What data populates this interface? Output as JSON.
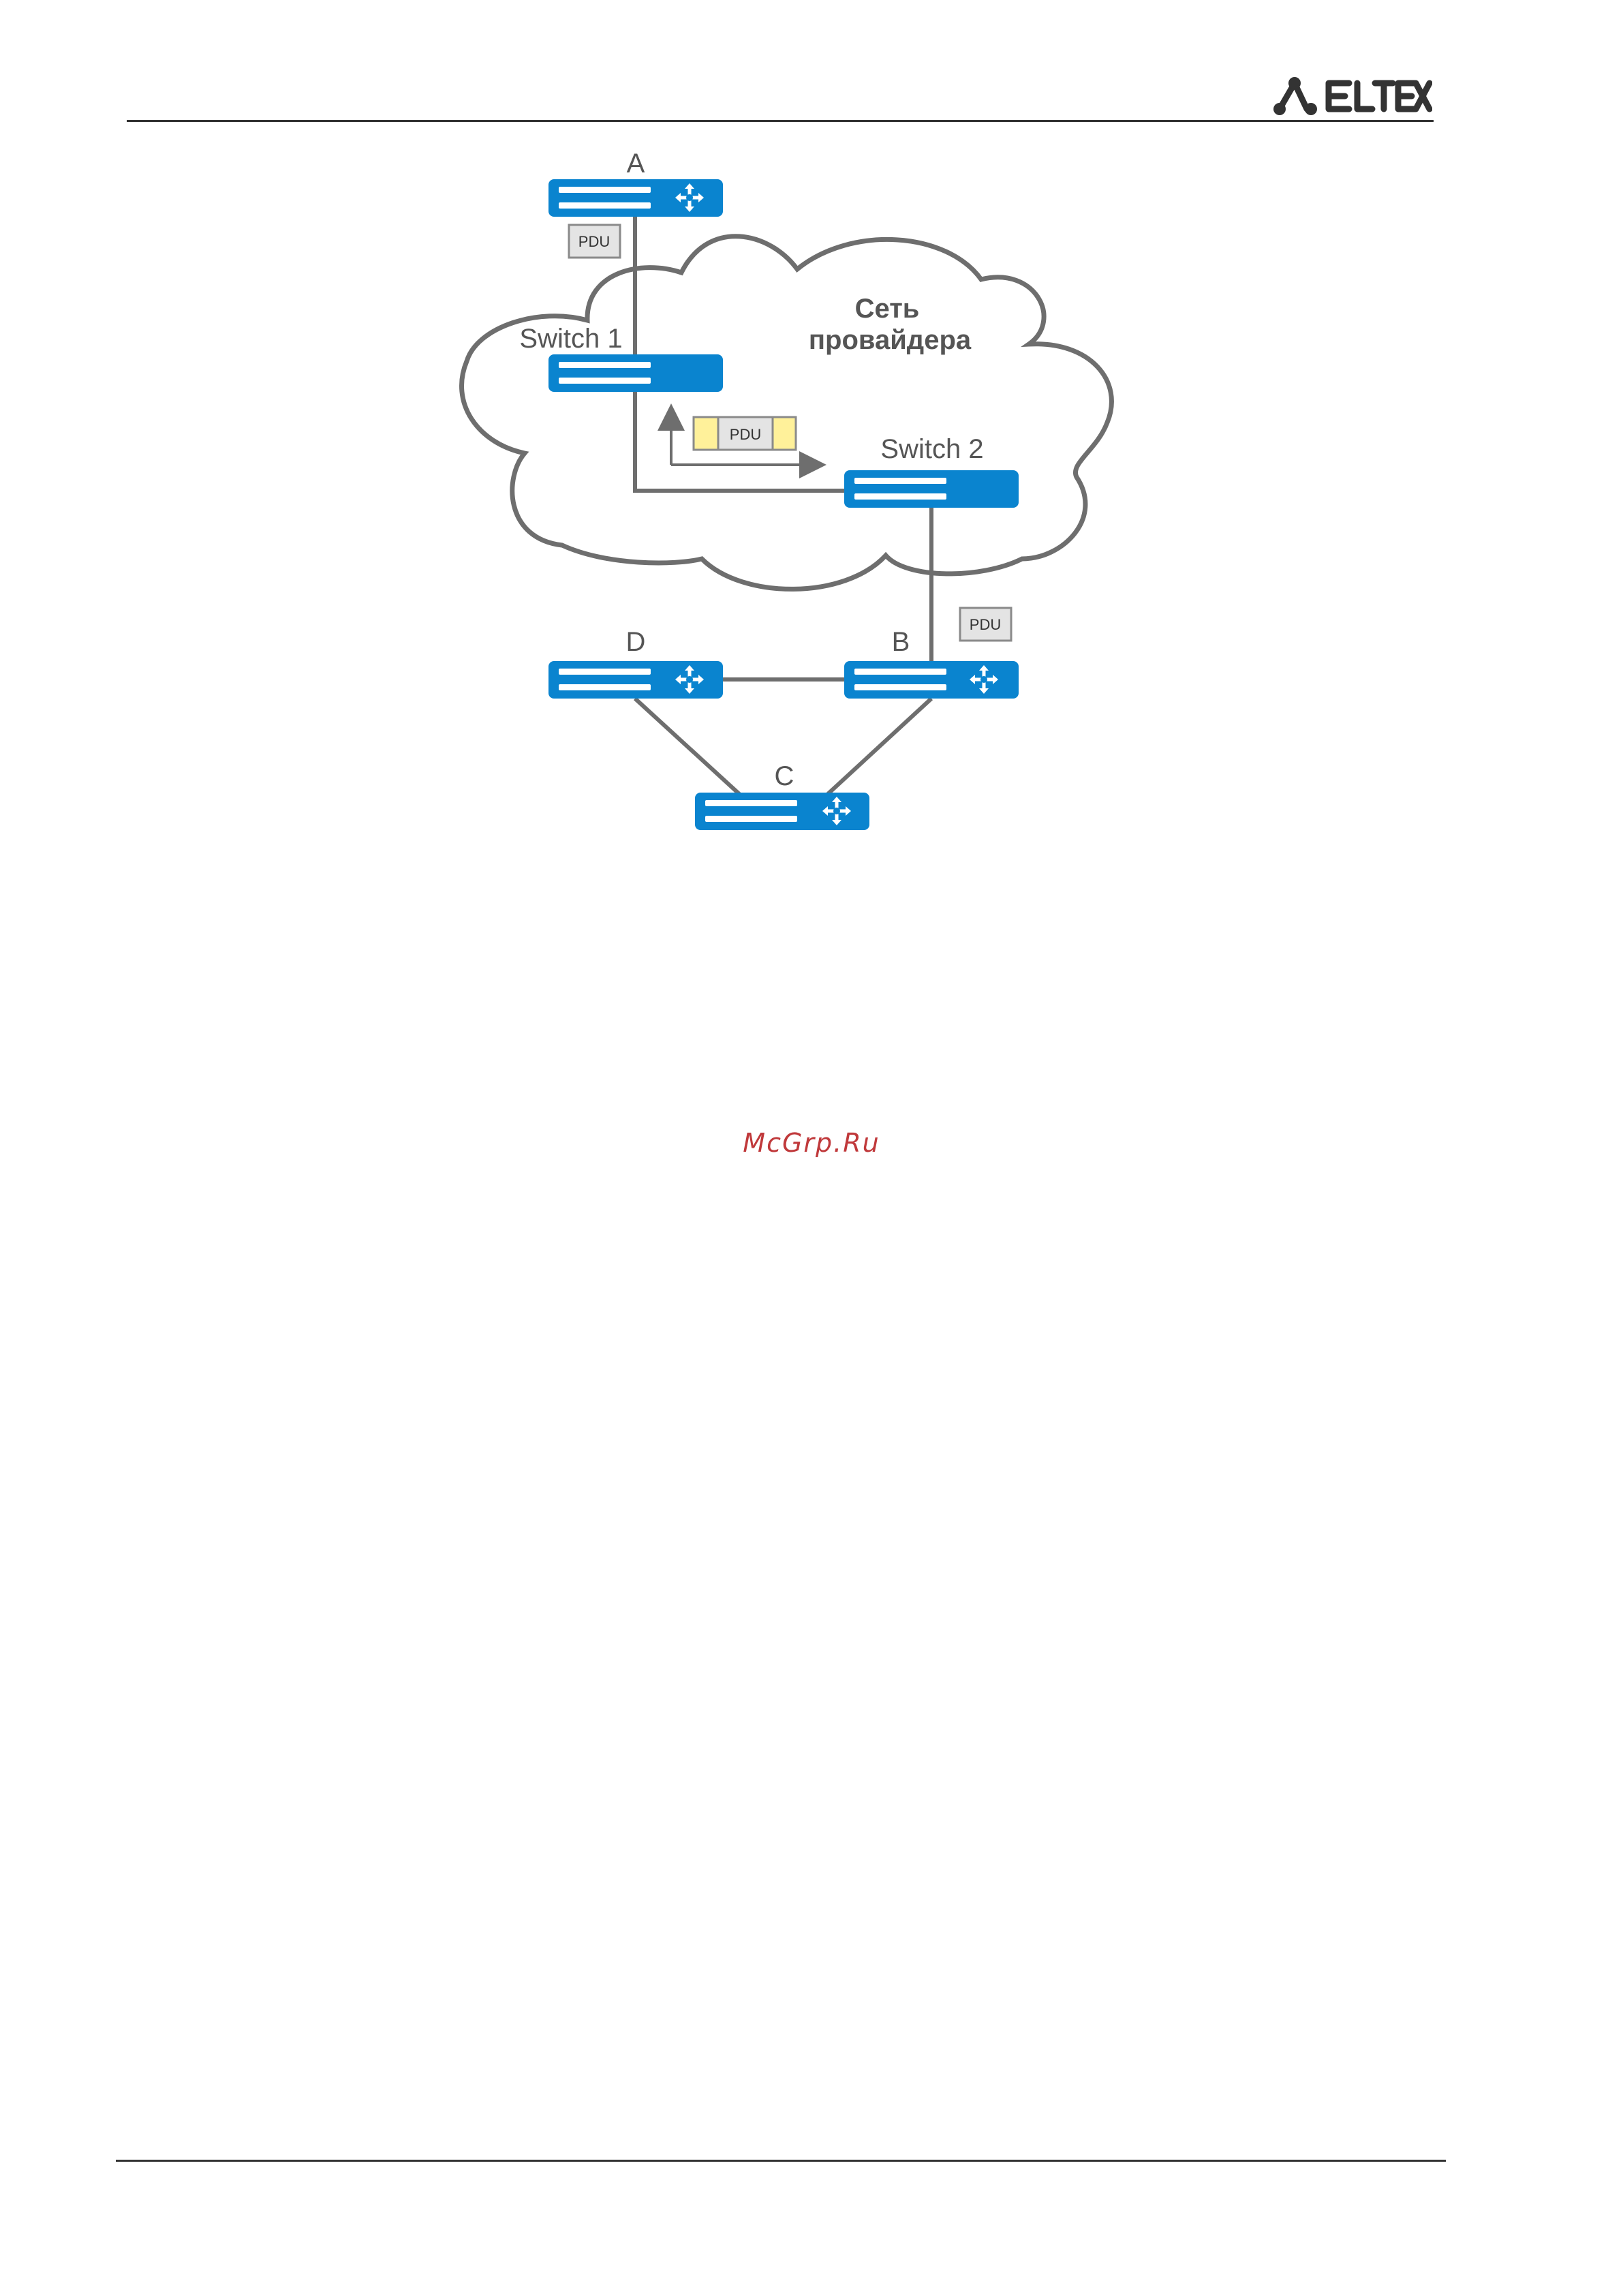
{
  "header": {
    "brand_logo": "ELTEX",
    "brand_color": "#333333"
  },
  "diagram": {
    "cloud_title_line1": "Сеть",
    "cloud_title_line2": "провайдера",
    "nodes": {
      "router_a": "A",
      "switch_1": "Switch 1",
      "switch_2": "Switch 2",
      "router_b": "B",
      "router_c": "C",
      "router_d": "D"
    },
    "pdu_top": "PDU",
    "pdu_tunnel": "PDU",
    "pdu_right": "PDU",
    "colors": {
      "device_blue": "#0a84cf",
      "link_gray": "#6e6e6e",
      "cloud_stroke": "#6e6e6e",
      "pdu_fill": "#e4e4e4",
      "encap_yellow": "#fff19a"
    }
  },
  "watermark": "McGrp.Ru"
}
